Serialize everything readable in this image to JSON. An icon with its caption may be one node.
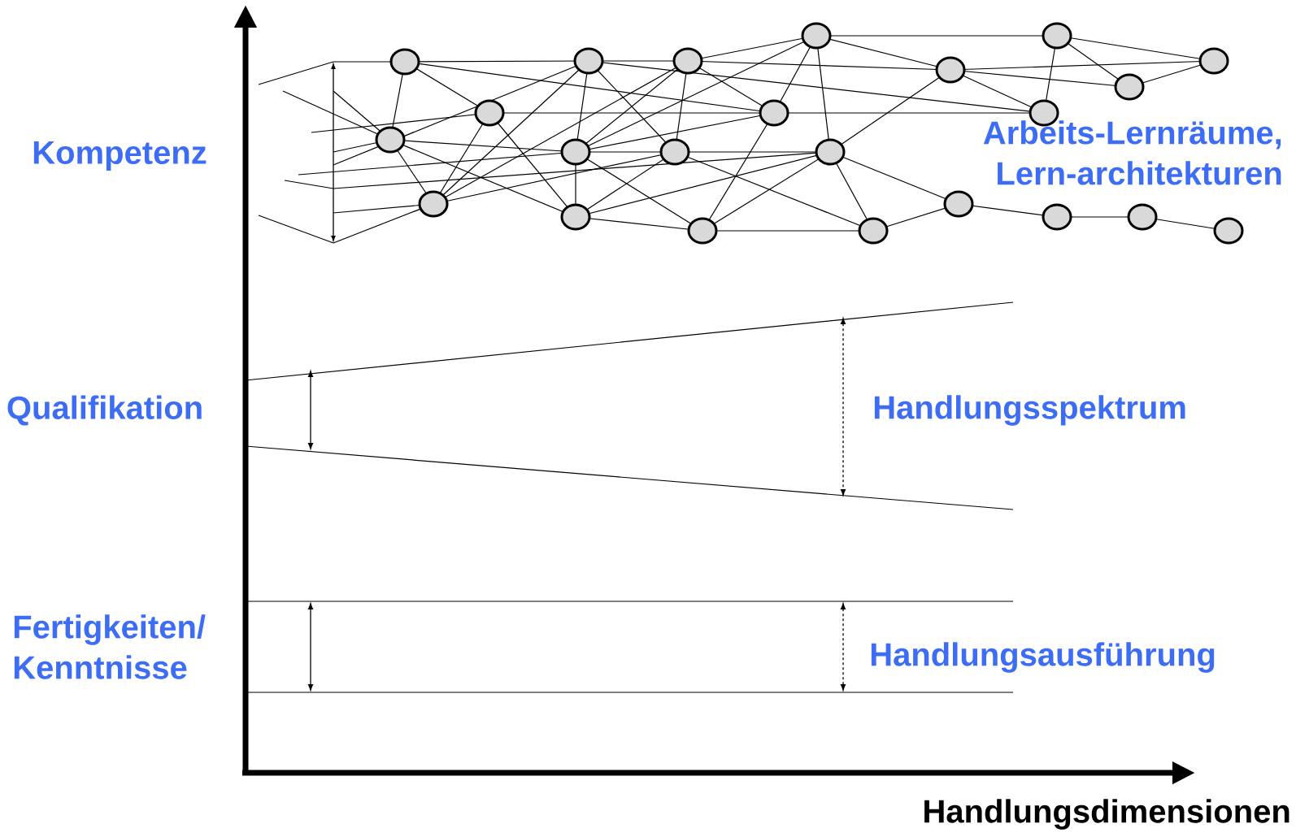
{
  "diagram": {
    "labels": [
      "Kompetenz",
      "Arbeits-Lernräume, Lern-architekturen",
      "Qualifikation",
      "Handlungsspektrum",
      "Fertigkeiten/ Kenntnisse",
      "Handlungsausführung",
      "Handlungsdimensionen"
    ]
  }
}
